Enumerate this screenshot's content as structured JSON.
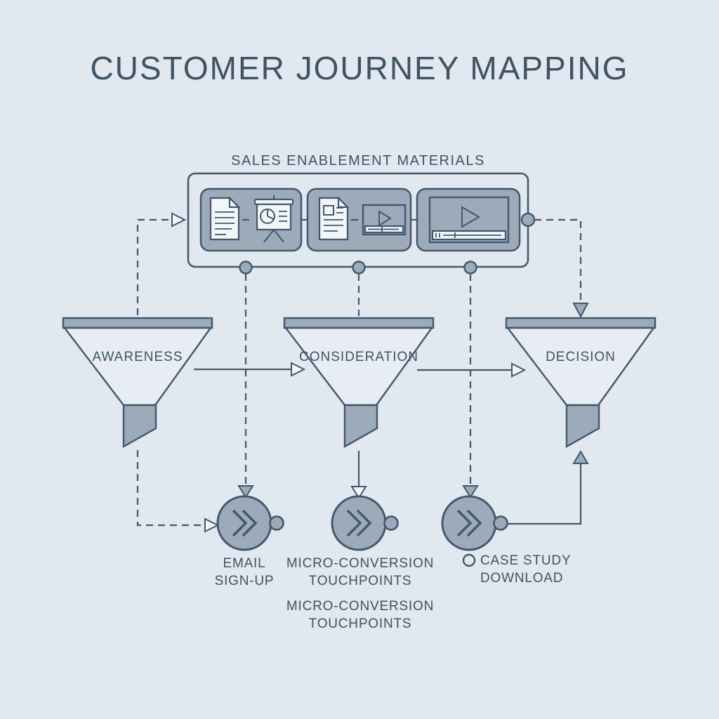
{
  "title": "CUSTOMER JOURNEY MAPPING",
  "colors": {
    "background": "#e1e8ef",
    "stroke": "#42586d",
    "shape": "#9caaba",
    "light": "#f2f6f9",
    "funnel_fill": "#e7edf3",
    "text": "#3e5366"
  },
  "materials": {
    "label": "SALES ENABLEMENT MATERIALS",
    "panels": [
      {
        "name": "brochure-and-presentation",
        "icons": [
          "document-icon",
          "presentation-board-icon"
        ]
      },
      {
        "name": "datasheet-and-video",
        "icons": [
          "document-image-icon",
          "video-thumbnail-icon"
        ]
      },
      {
        "name": "video-player",
        "icons": [
          "video-player-icon"
        ]
      }
    ]
  },
  "funnels": [
    {
      "label": "AWARENESS"
    },
    {
      "label": "CONSIDERATION"
    },
    {
      "label": "DECISION"
    }
  ],
  "touchpoints": [
    {
      "lines": [
        "EMAIL",
        "SIGN-UP"
      ],
      "icon": "double-chevron-icon"
    },
    {
      "lines": [
        "MICRO-CONVERSION",
        "TOUCHPOINTS"
      ],
      "icon": "double-chevron-icon"
    },
    {
      "lines": [
        "CASE STUDY",
        "DOWNLOAD"
      ],
      "icon": "double-chevron-icon"
    }
  ],
  "duplicate_touchpoint_label": {
    "lines": [
      "MICRO-CONVERSION",
      "TOUCHPOINTS"
    ]
  }
}
